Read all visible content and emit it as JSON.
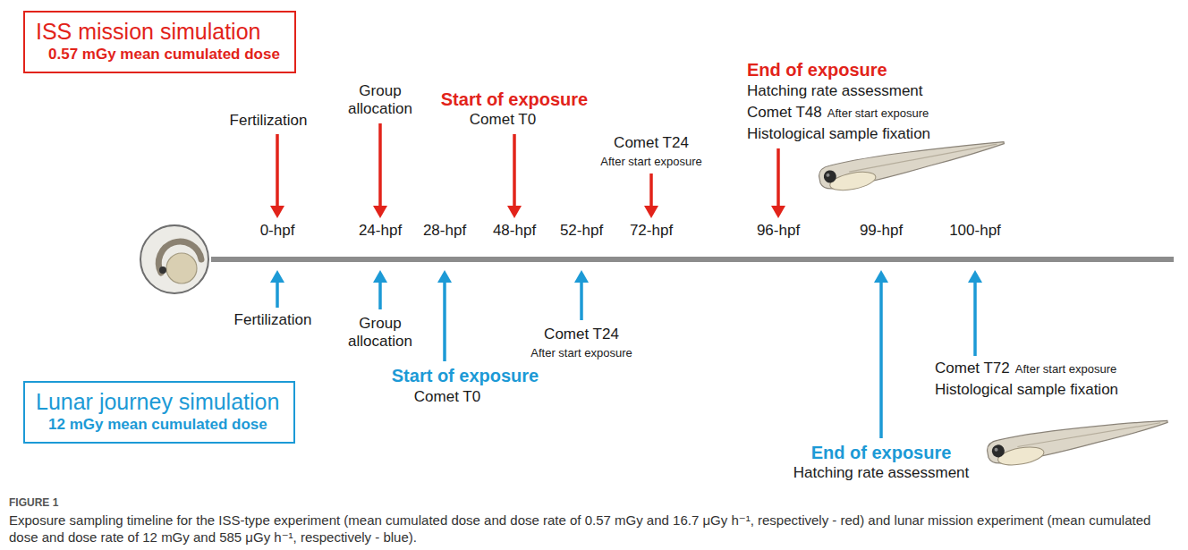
{
  "diagram": {
    "caption": "Exposure sampling timeline for the ISS-type experiment (mean cumulated dose and dose rate of 0.57 mGy and 16.7 μGy h⁻¹, respectively - red) and lunar mission experiment (mean cumulated dose and dose rate of 12 mGy and 585 μGy h⁻¹, respectively - blue).",
    "nodes": [
      {
        "text": [
          "ISS mission simulation",
          "0.57 mGy mean cumulated dose"
        ]
      },
      {
        "text": [
          "Lunar journey simulation",
          "12 mGy mean cumulated dose"
        ]
      }
    ],
    "labels": [
      "Fertilization",
      "Group allocation",
      "Start of exposure",
      "Comet T0",
      "Comet T24",
      "After start exposure",
      "End of exposure",
      "Hatching rate assessment",
      "Comet T48",
      "After start exposure",
      "Histological sample fixation",
      "0-hpf",
      "24-hpf",
      "28-hpf",
      "48-hpf",
      "52-hpf",
      "72-hpf",
      "96-hpf",
      "99-hpf",
      "100-hpf",
      "Fertilization",
      "Group allocation",
      "Start of exposure",
      "Comet T0",
      "Comet T24",
      "After start exposure",
      "End of exposure",
      "Hatching rate assessment",
      "Comet T72",
      "After start exposure",
      "Histological sample fixation",
      "FIGURE 1"
    ]
  }
}
